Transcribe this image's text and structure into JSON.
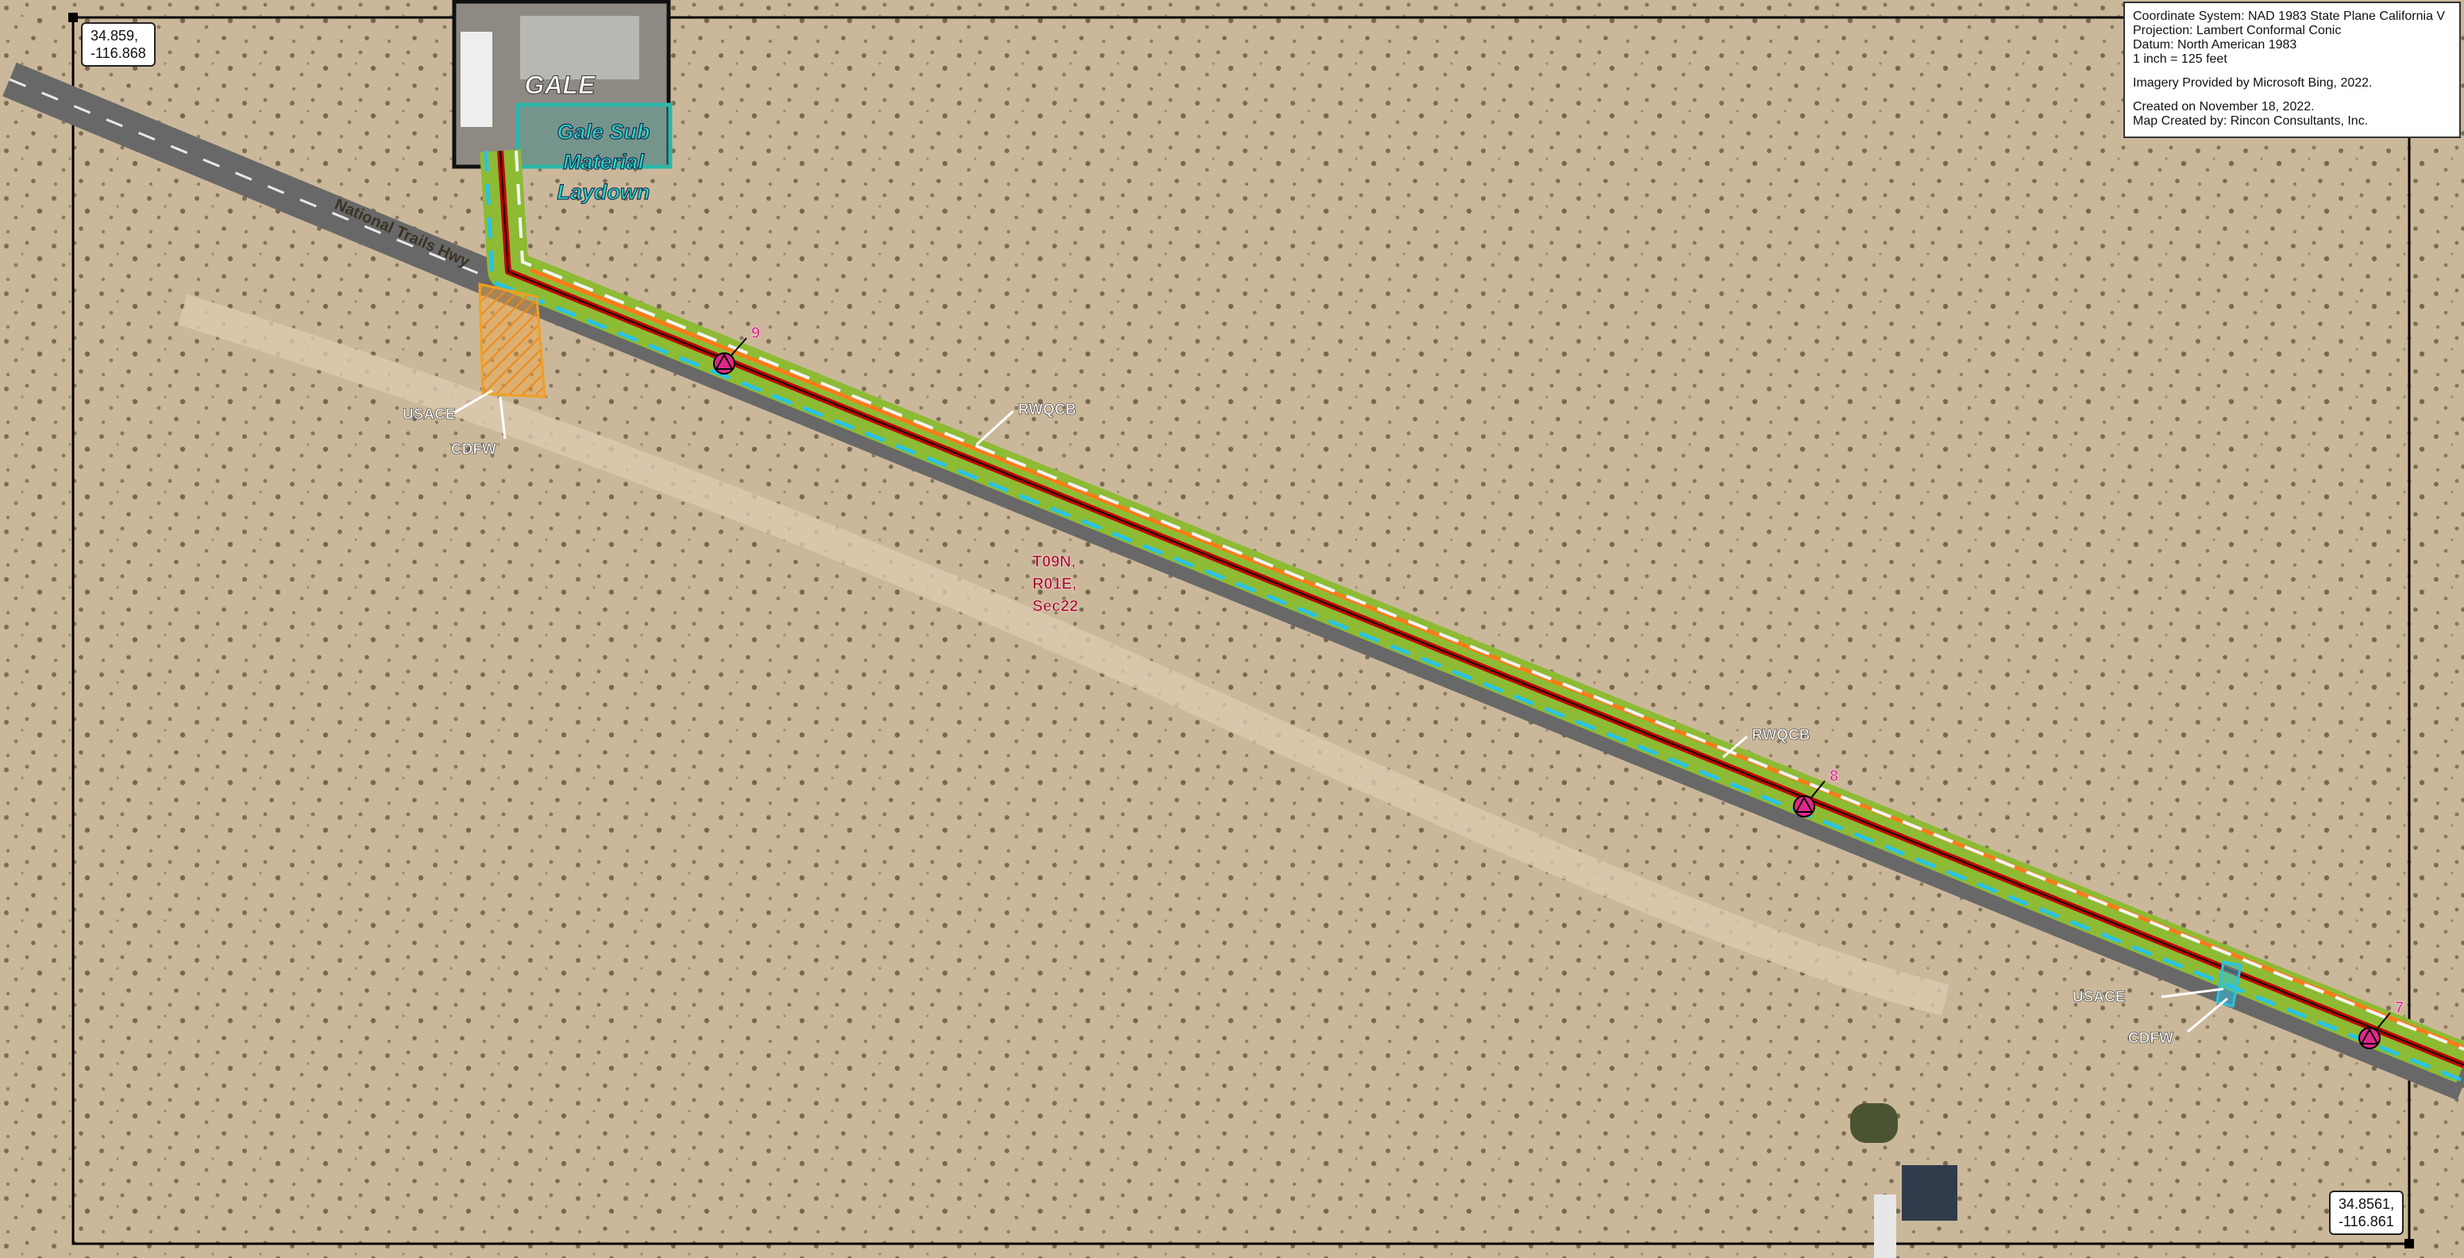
{
  "info_box": {
    "coordinate_system": "Coordinate System: NAD 1983 State Plane California V",
    "projection": "Projection: Lambert Conformal Conic",
    "datum": "Datum: North American 1983",
    "scale": "1 inch = 125 feet",
    "imagery": "Imagery Provided by Microsoft Bing, 2022.",
    "created": "Created on November 18, 2022.",
    "author": "Map Created by: Rincon Consultants, Inc."
  },
  "coords": {
    "nw": {
      "lat": "34.859,",
      "lon": "-116.868"
    },
    "se": {
      "lat": "34.8561,",
      "lon": "-116.861"
    }
  },
  "labels": {
    "gale": "GALE",
    "laydown_1": "Gale Sub",
    "laydown_2": "Material",
    "laydown_3": "Laydown",
    "highway": "National Trails Hwy",
    "usace_1": "USACE",
    "cdfw_1": "CDFW",
    "rwqcb_1": "RWQCB",
    "rwqcb_2": "RWQCB",
    "usace_2": "USACE",
    "cdfw_2": "CDFW",
    "plss_1": "T09N,",
    "plss_2": "R01E,",
    "plss_3": "Sec22",
    "marker_9": "9",
    "marker_8": "8",
    "marker_7": "7"
  },
  "colors": {
    "desert": "#cbb89a",
    "road": "#6f6f6f",
    "corridor": "#8dbb34",
    "line": "#c20000",
    "cyan": "#28c3e6",
    "orange": "#ff7a1a",
    "marker": "#e0288a",
    "laydown": "#2ab7a8"
  }
}
